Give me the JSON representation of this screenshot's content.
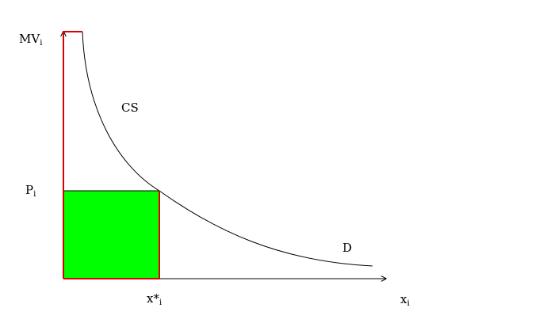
{
  "labels": {
    "y_axis": {
      "main": "MV",
      "sub": "i"
    },
    "x_axis": {
      "main": "x",
      "sub": "i"
    },
    "price": {
      "main": "P",
      "sub": "i"
    },
    "quantity": {
      "main": "x*",
      "sub": "i"
    },
    "consumer_surplus": "CS",
    "demand": "D"
  },
  "colors": {
    "expenditure_fill": "#00ff00",
    "surplus_boundary": "#dd0000",
    "axes": "#000000",
    "demand_curve": "#000000"
  }
}
